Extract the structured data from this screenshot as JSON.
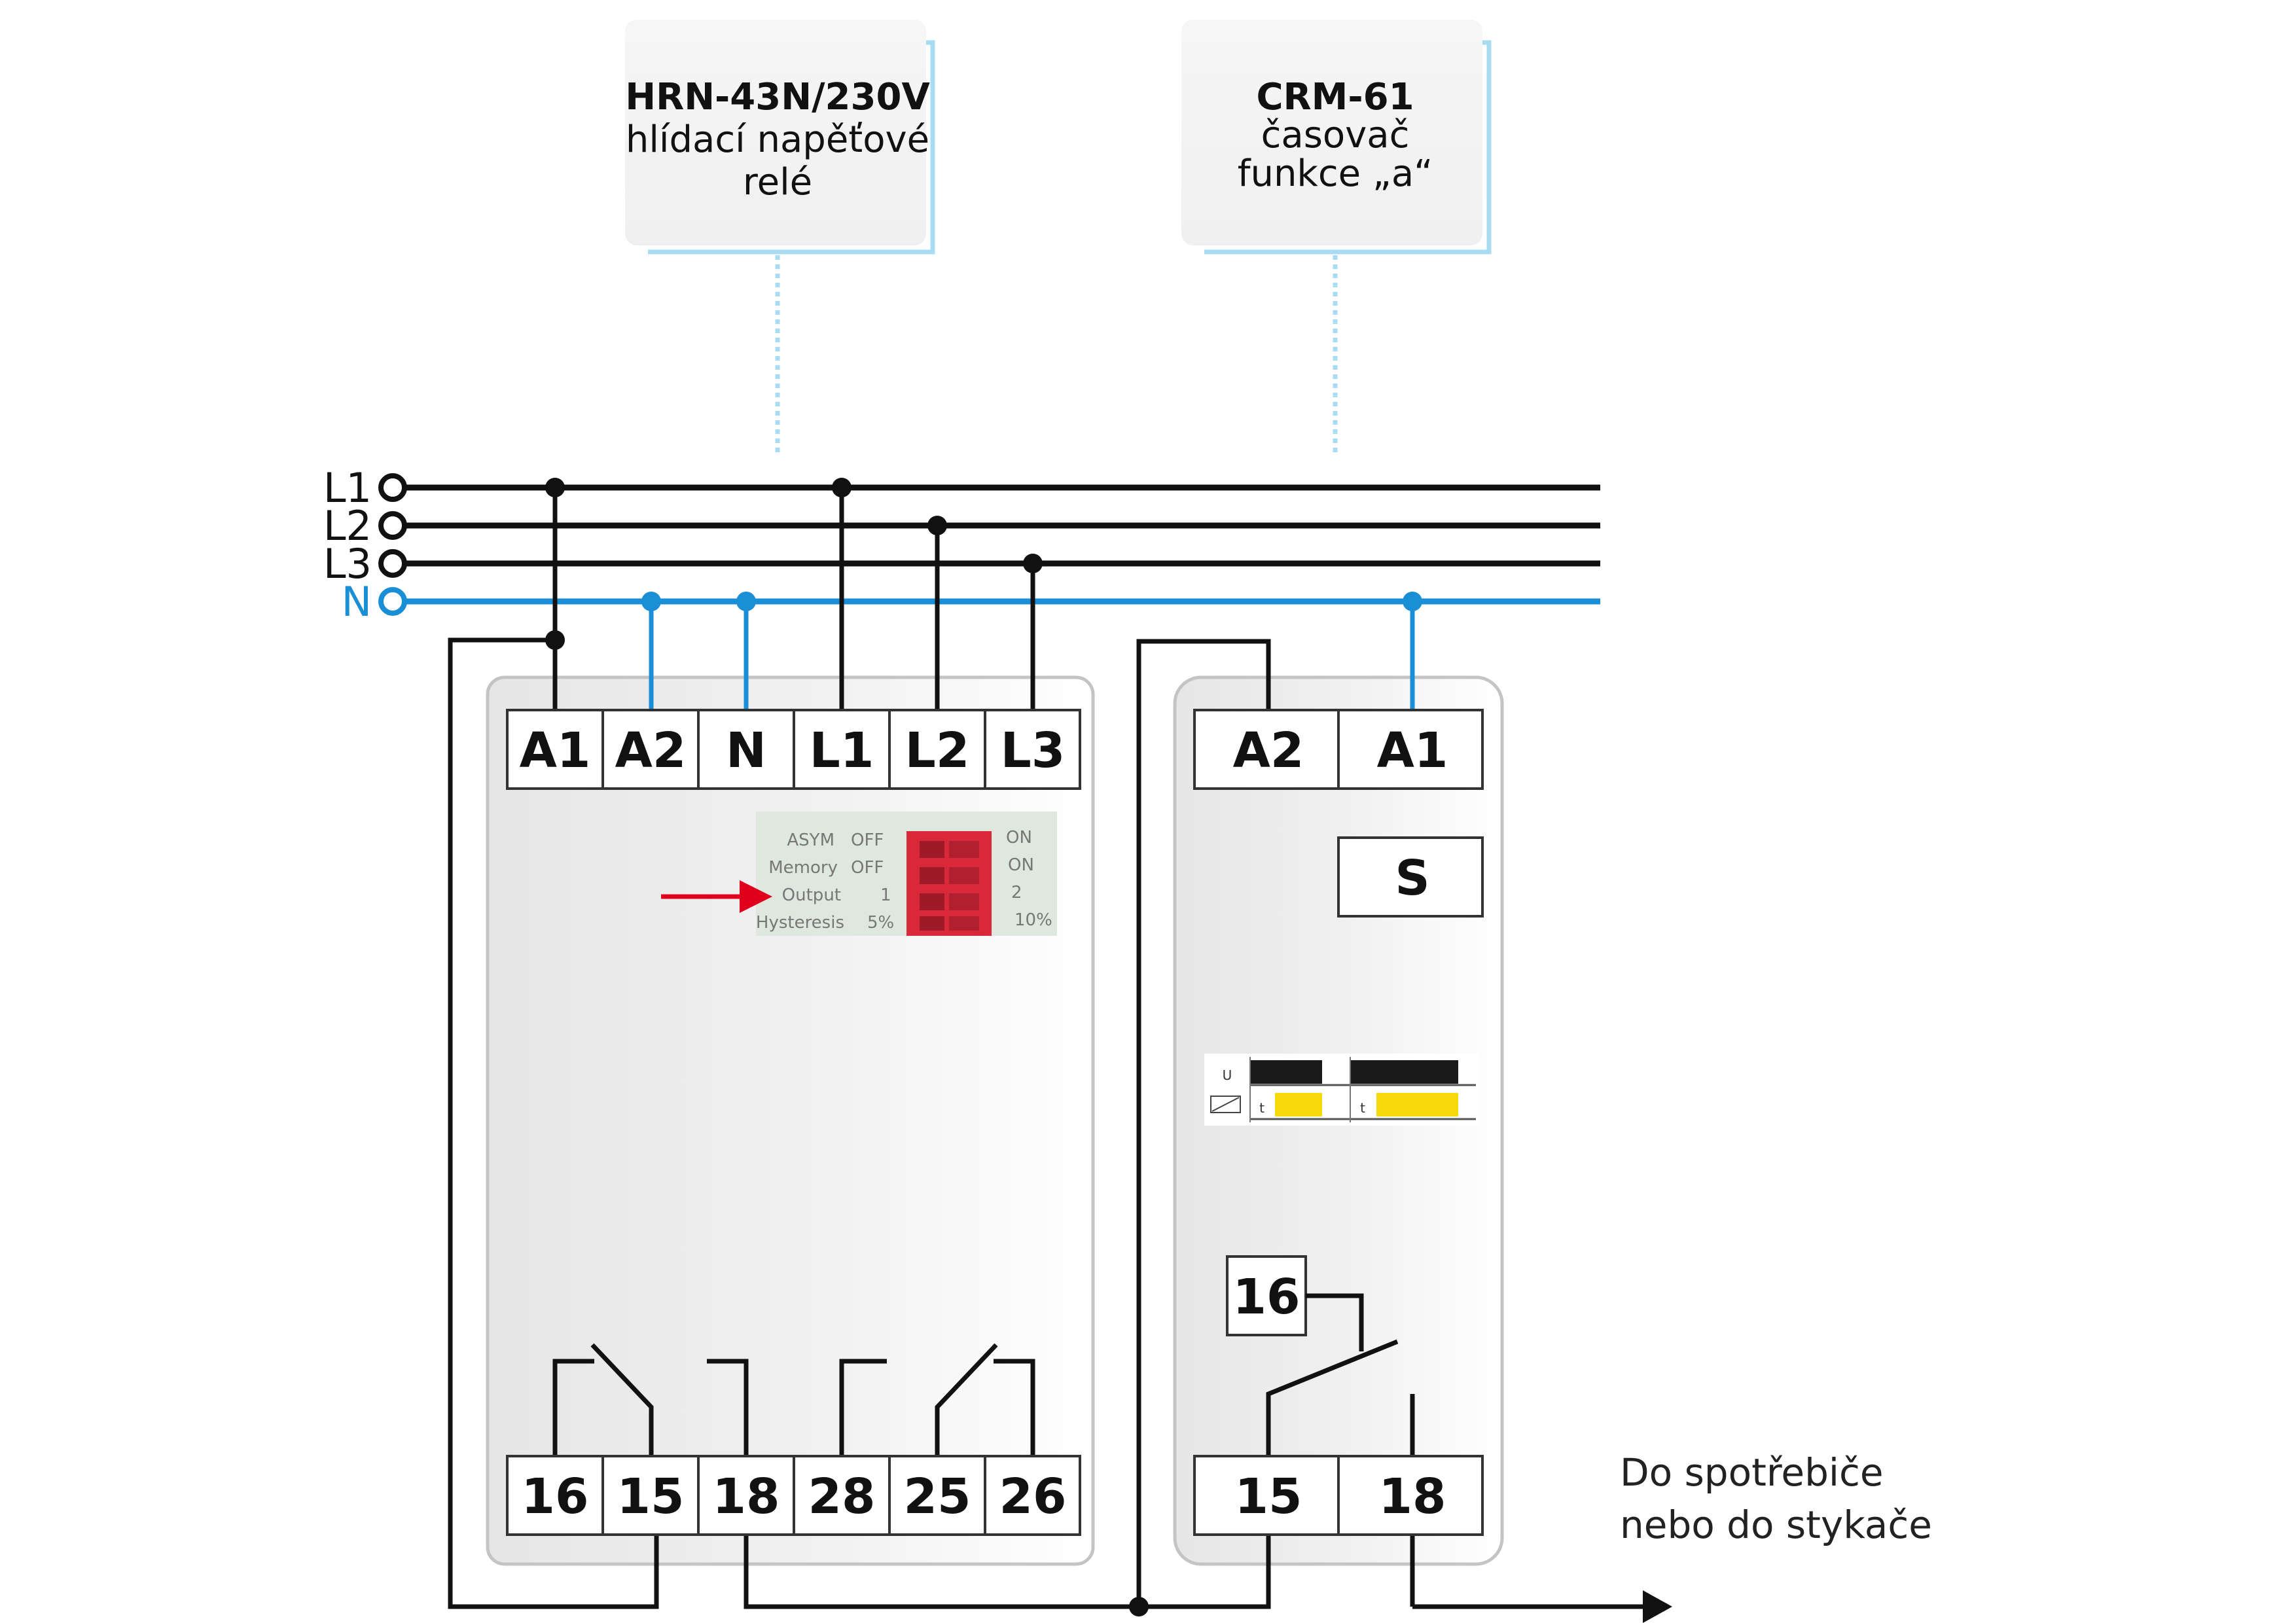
{
  "devices": {
    "hrn": {
      "title": "HRN-43N/230V",
      "line2": "hlídací napěťové",
      "line3": "relé"
    },
    "crm": {
      "title": "CRM-61",
      "line2": "časovač",
      "line3": "funkce „a“"
    }
  },
  "lines": {
    "l1": "L1",
    "l2": "L2",
    "l3": "L3",
    "n": "N"
  },
  "hrn_top_terminals": [
    "A1",
    "A2",
    "N",
    "L1",
    "L2",
    "L3"
  ],
  "hrn_bottom_terminals": [
    "16",
    "15",
    "18",
    "28",
    "25",
    "26"
  ],
  "crm_top_terminals": [
    "A2",
    "A1"
  ],
  "crm_s_terminal": "S",
  "crm_contact_16": "16",
  "crm_bottom_terminals": [
    "15",
    "18"
  ],
  "dip_switch": {
    "rows": [
      {
        "name": "ASYM",
        "left": "OFF",
        "right": "ON"
      },
      {
        "name": "Memory",
        "left": "OFF",
        "right": "ON"
      },
      {
        "name": "Output",
        "left": "1",
        "right": "2"
      },
      {
        "name": "Hysteresis",
        "left": "5%",
        "right": "10%"
      }
    ]
  },
  "timing": {
    "u": "U",
    "t1": "t",
    "t2": "t"
  },
  "output_caption": {
    "line1": "Do spotřebiče",
    "line2": "nebo do stykače"
  },
  "colors": {
    "neutral": "#1a8fd6",
    "phase": "#111111",
    "accent": "#e0001b",
    "timer": "#f5d90a"
  }
}
